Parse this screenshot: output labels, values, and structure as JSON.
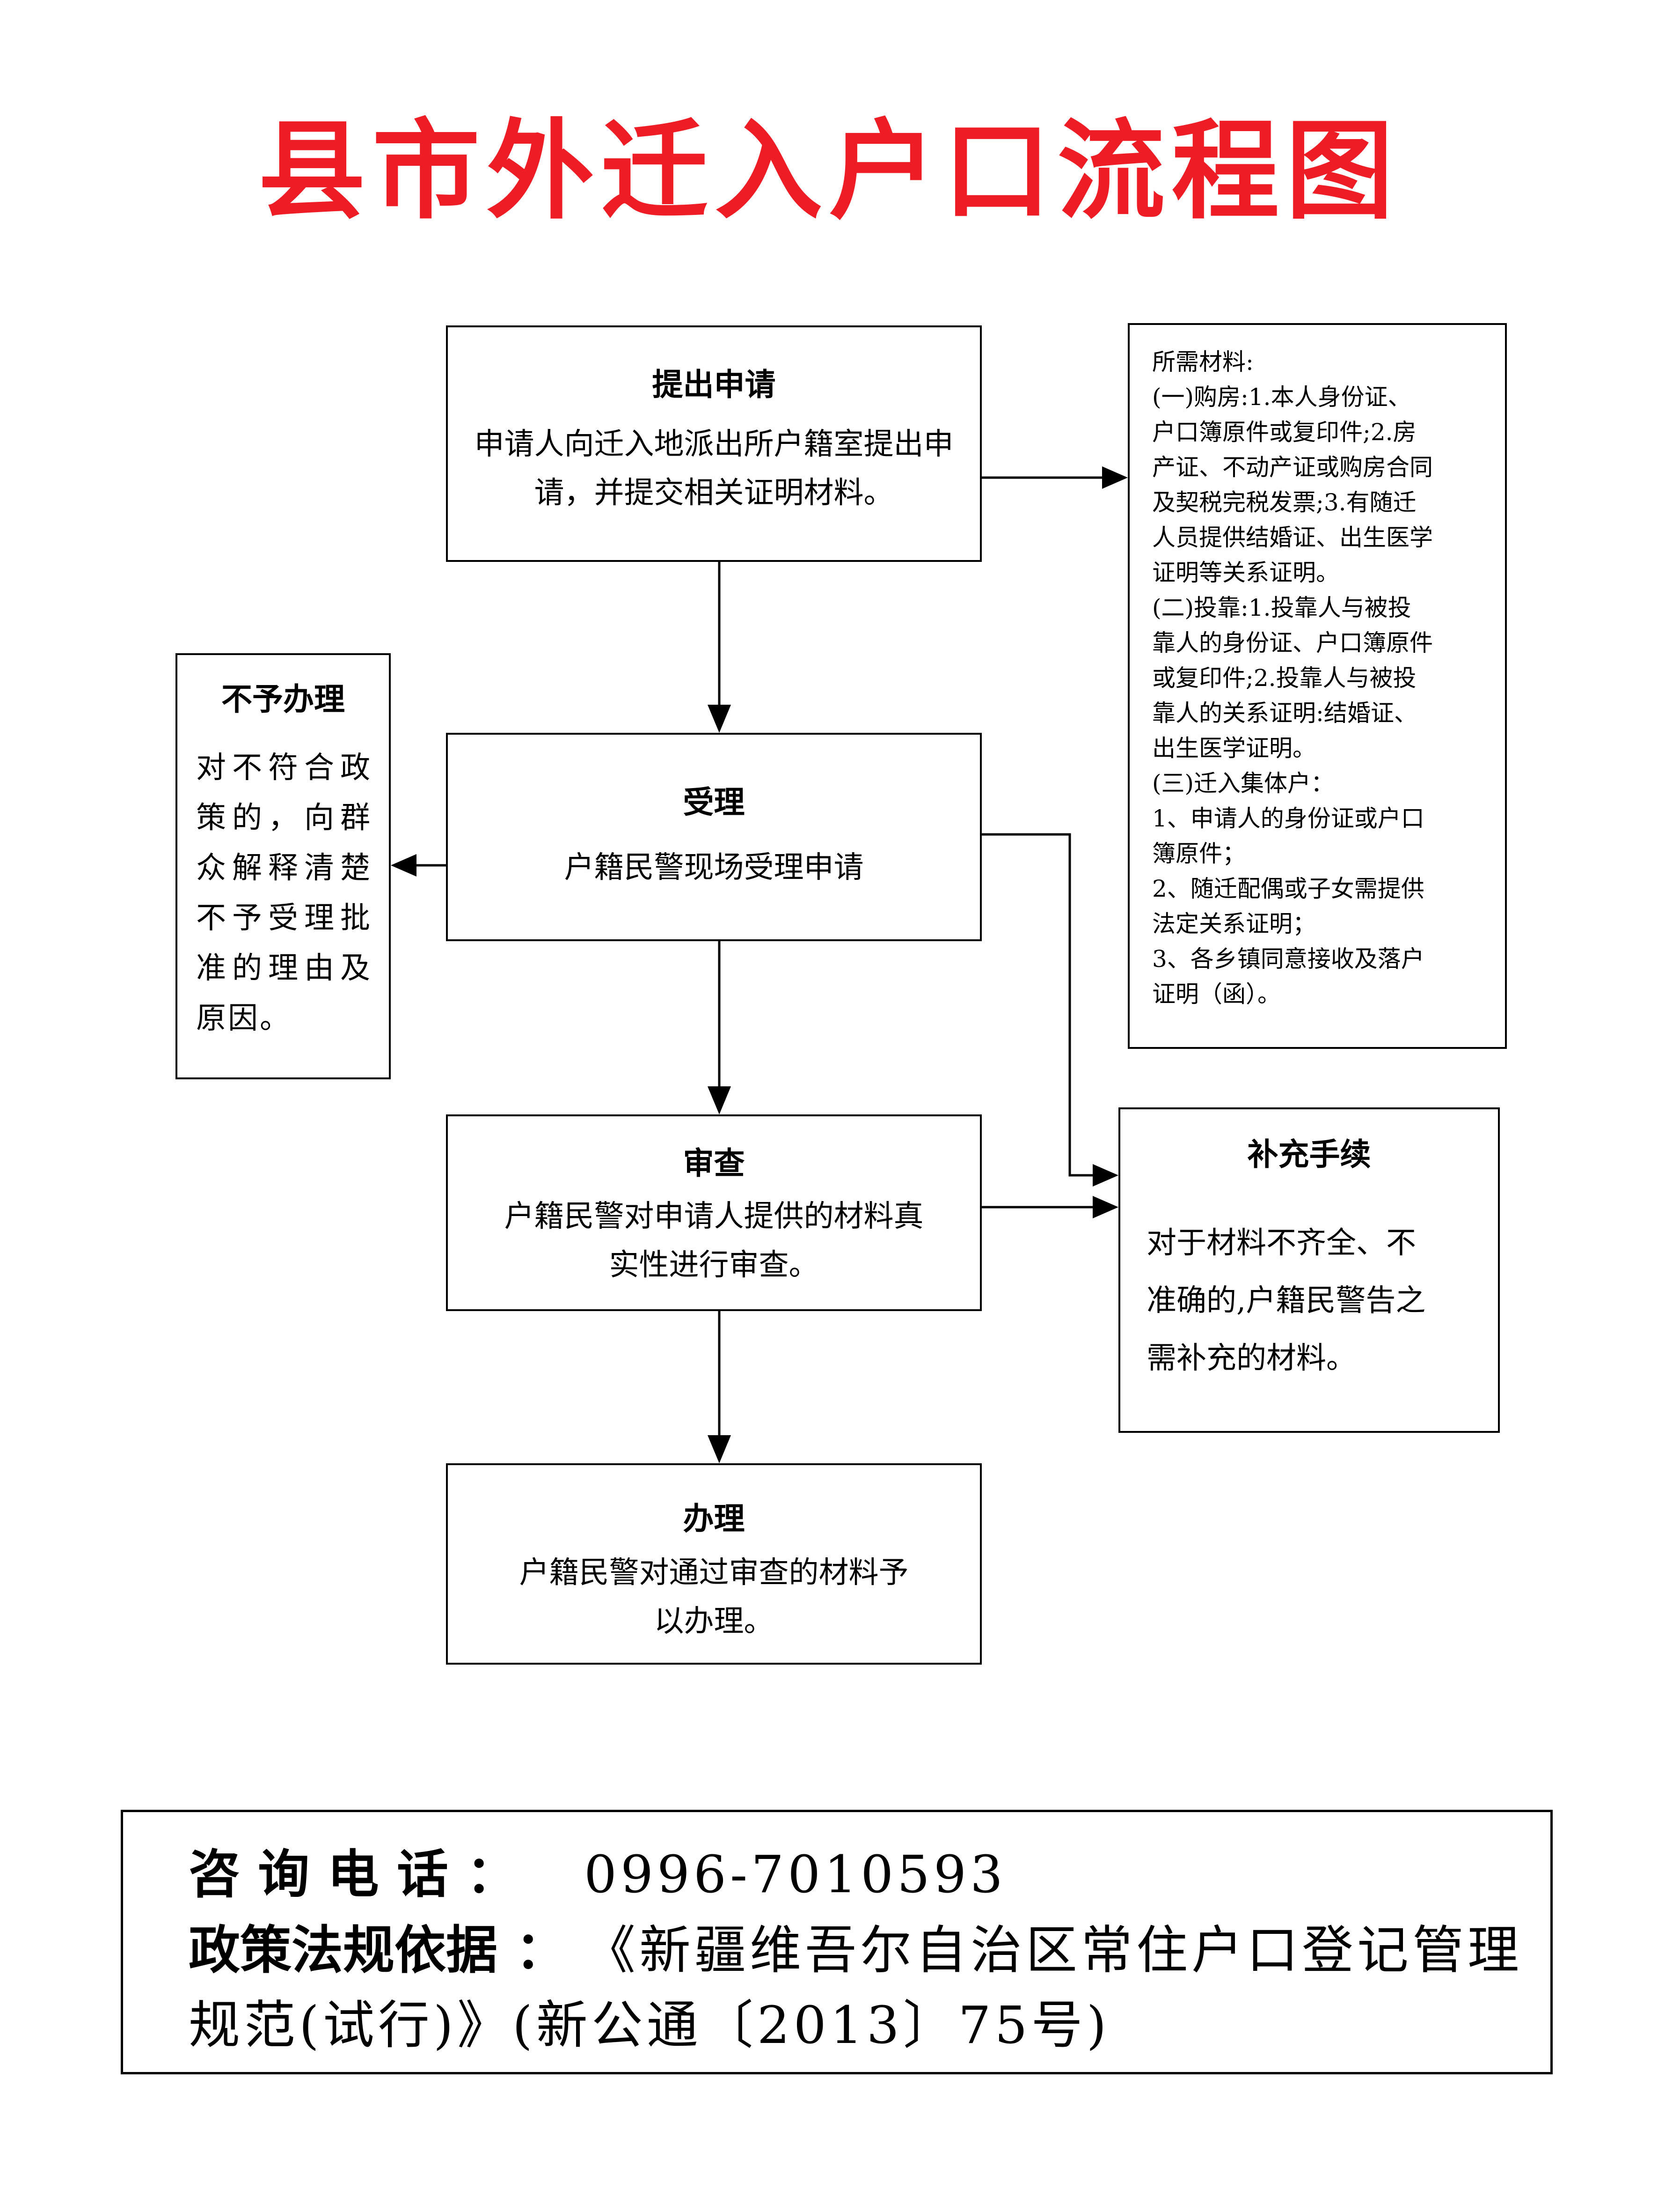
{
  "title": "县市外迁入户口流程图",
  "steps": {
    "apply": {
      "title": "提出申请",
      "body": [
        "申请人向迁入地派出所户籍室提出申",
        "请，并提交相关证明材料。"
      ]
    },
    "accept": {
      "title": "受理",
      "body": [
        "户籍民警现场受理申请"
      ]
    },
    "review": {
      "title": "审查",
      "body": [
        "户籍民警对申请人提供的材料真",
        "实性进行审查。"
      ]
    },
    "process": {
      "title": "办理",
      "body": [
        "户籍民警对通过审查的材料予",
        "以办理。"
      ]
    },
    "reject": {
      "title": "不予办理",
      "body": [
        "对不符合政",
        "策的，向群",
        "众解释清楚",
        "不予受理批",
        "准的理由及",
        "原因。"
      ]
    },
    "supplement": {
      "title": "补充手续",
      "body": [
        "对于材料不齐全、不",
        "准确的,户籍民警告之",
        "需补充的材料。"
      ]
    }
  },
  "materials": {
    "lines": [
      "所需材料:",
      "(一)购房:1.本人身份证、",
      "户口簿原件或复印件;2.房",
      "产证、不动产证或购房合同",
      "及契税完税发票;3.有随迁",
      "人员提供结婚证、出生医学",
      "证明等关系证明。",
      "(二)投靠:1.投靠人与被投",
      "靠人的身份证、户口簿原件",
      "或复印件;2.投靠人与被投",
      "靠人的关系证明:结婚证、",
      "出生医学证明。",
      "(三)迁入集体户：",
      "1、申请人的身份证或户口",
      "簿原件；",
      "2、随迁配偶或子女需提供",
      "法定关系证明；",
      "3、各乡镇同意接收及落户",
      "证明（函）。"
    ]
  },
  "footer": {
    "phone_label": "咨 询 电 话 ：",
    "phone": "0996-7010593",
    "policy_label": "政策法规依据 ：",
    "policy_line1": "《新疆维吾尔自治区常住户口登记管理",
    "policy_line2": "规范(试行)》(新公通〔2013〕75号)"
  }
}
